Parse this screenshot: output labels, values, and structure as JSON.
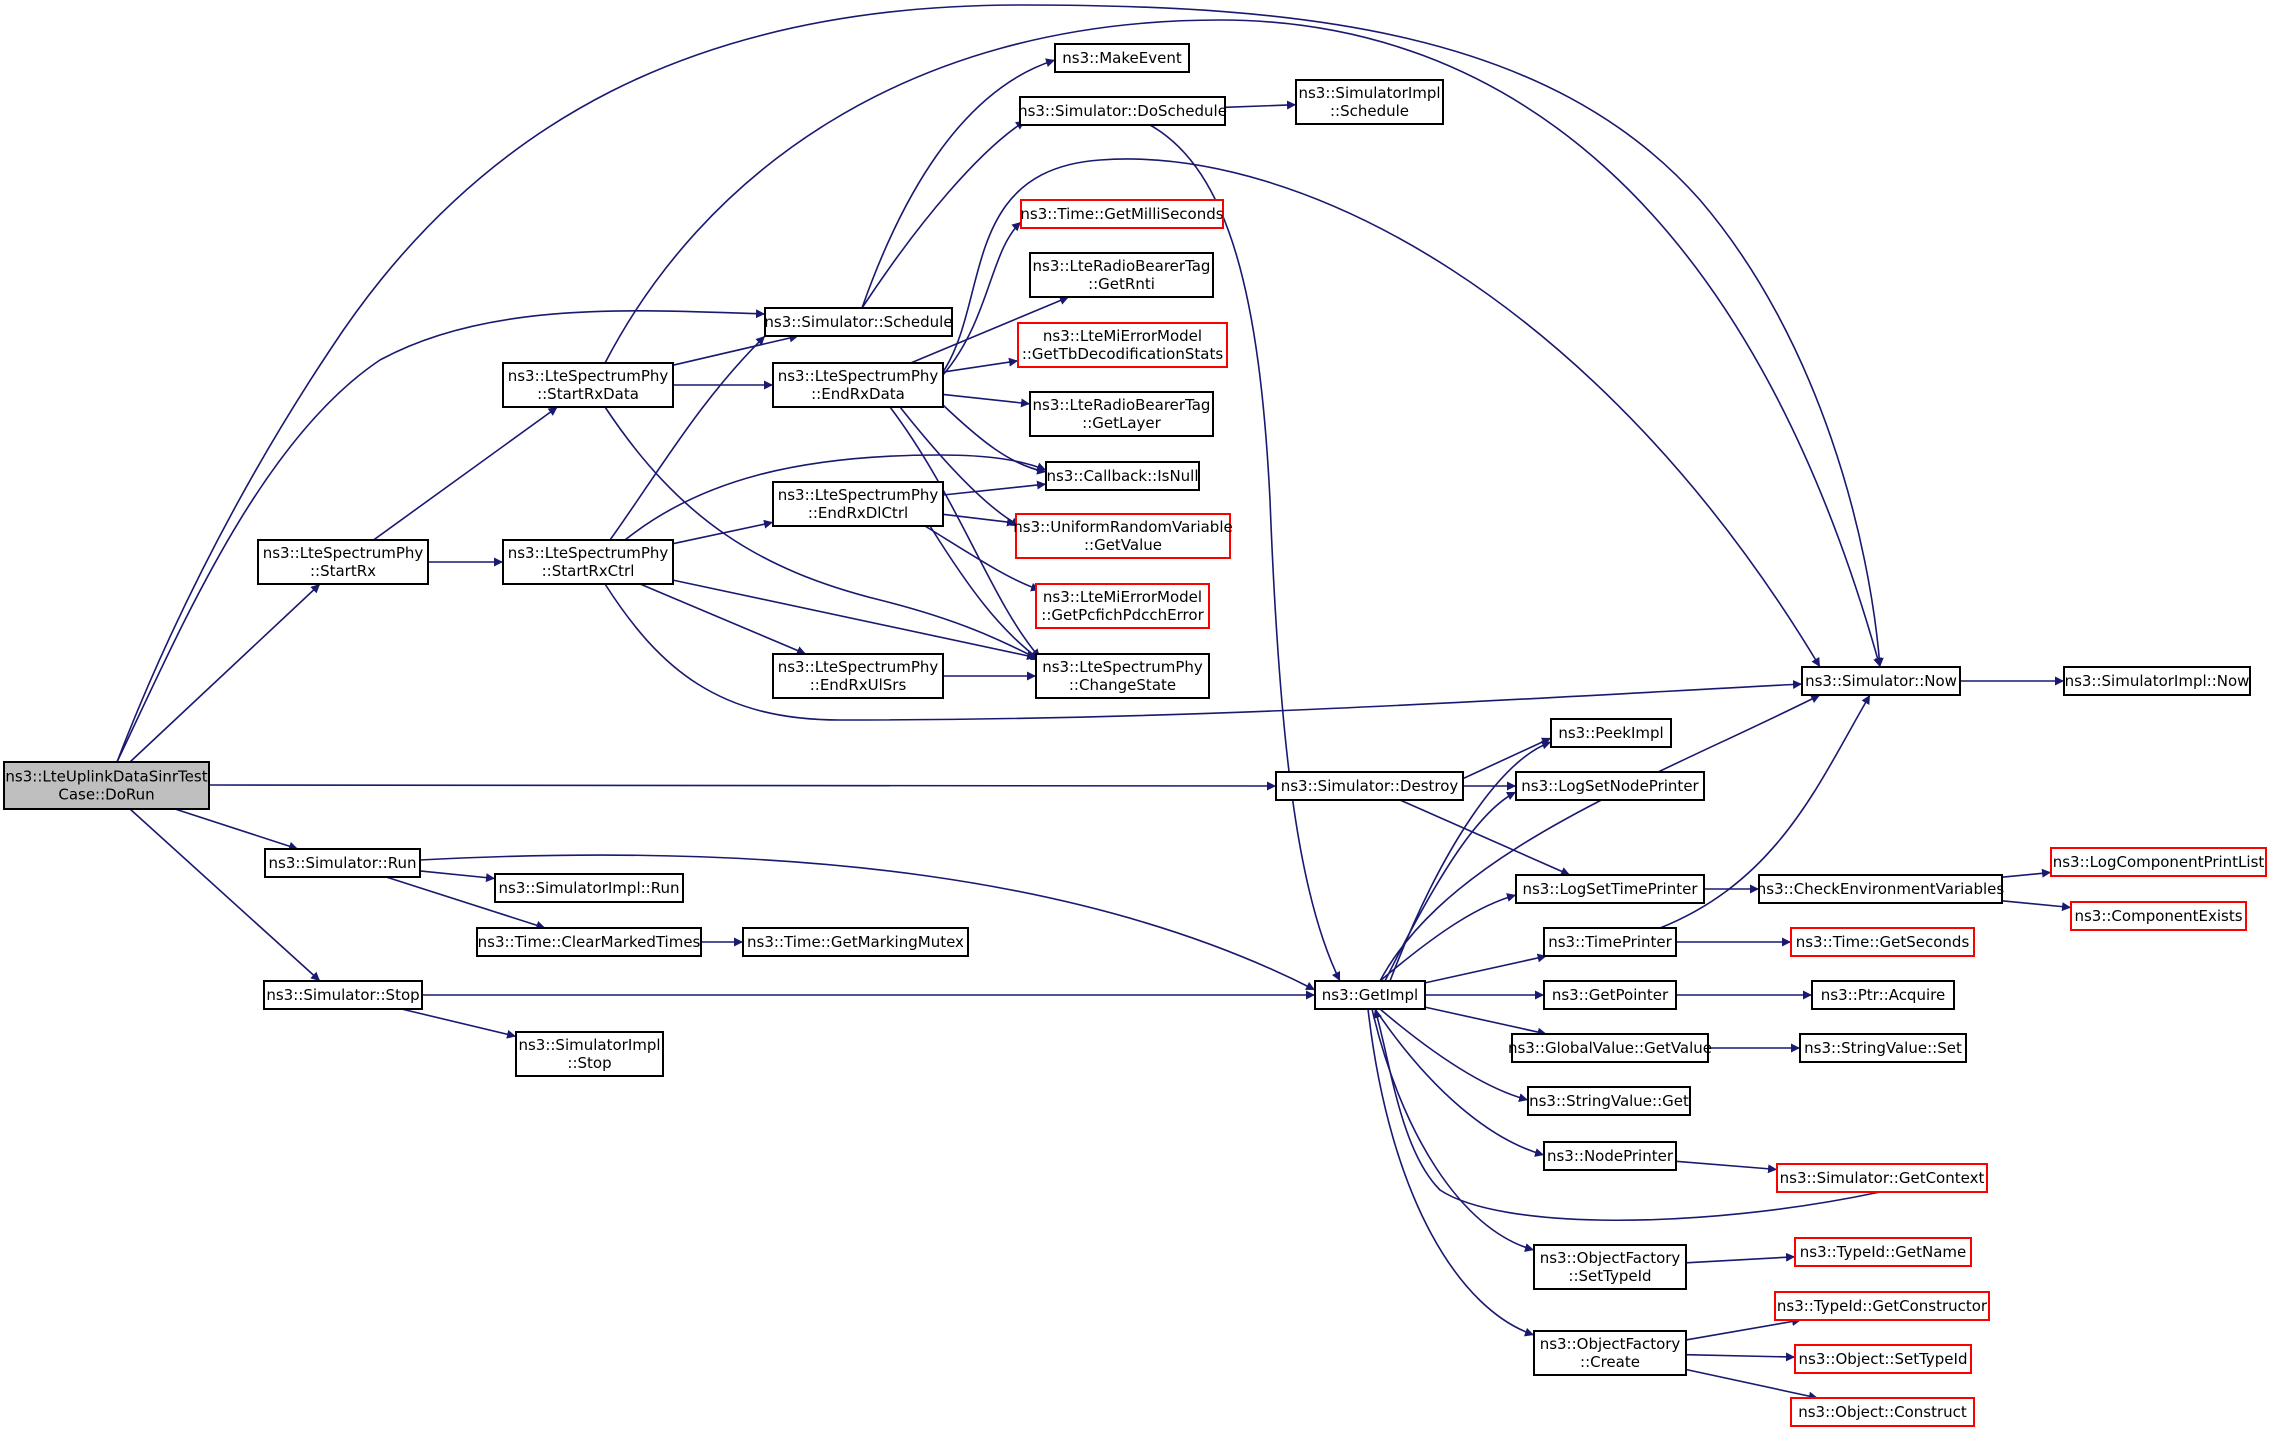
{
  "graph": {
    "colors": {
      "edge": "#191970",
      "node_border": "#000000",
      "node_border_external": "#ff0000",
      "root_fill": "#bfbfbf"
    },
    "nodes": [
      {
        "id": "DoRun",
        "lines": [
          "ns3::LteUplinkDataSinrTest",
          "Case::DoRun"
        ],
        "kind": "root"
      },
      {
        "id": "StartRx",
        "lines": [
          "ns3::LteSpectrumPhy",
          "::StartRx"
        ],
        "kind": "normal"
      },
      {
        "id": "StartRxData",
        "lines": [
          "ns3::LteSpectrumPhy",
          "::StartRxData"
        ],
        "kind": "normal"
      },
      {
        "id": "StartRxCtrl",
        "lines": [
          "ns3::LteSpectrumPhy",
          "::StartRxCtrl"
        ],
        "kind": "normal"
      },
      {
        "id": "SimSchedule",
        "lines": [
          "ns3::Simulator::Schedule"
        ],
        "kind": "normal"
      },
      {
        "id": "MakeEvent",
        "lines": [
          "ns3::MakeEvent"
        ],
        "kind": "normal"
      },
      {
        "id": "DoSchedule",
        "lines": [
          "ns3::Simulator::DoSchedule"
        ],
        "kind": "normal"
      },
      {
        "id": "ImplSchedule",
        "lines": [
          "ns3::SimulatorImpl",
          "::Schedule"
        ],
        "kind": "normal"
      },
      {
        "id": "GetMilli",
        "lines": [
          "ns3::Time::GetMilliSeconds"
        ],
        "kind": "external"
      },
      {
        "id": "GetRnti",
        "lines": [
          "ns3::LteRadioBearerTag",
          "::GetRnti"
        ],
        "kind": "normal"
      },
      {
        "id": "GetTbStats",
        "lines": [
          "ns3::LteMiErrorModel",
          "::GetTbDecodificationStats"
        ],
        "kind": "external"
      },
      {
        "id": "EndRxData",
        "lines": [
          "ns3::LteSpectrumPhy",
          "::EndRxData"
        ],
        "kind": "normal"
      },
      {
        "id": "GetLayer",
        "lines": [
          "ns3::LteRadioBearerTag",
          "::GetLayer"
        ],
        "kind": "normal"
      },
      {
        "id": "IsNull",
        "lines": [
          "ns3::Callback::IsNull"
        ],
        "kind": "normal"
      },
      {
        "id": "EndRxDlCtrl",
        "lines": [
          "ns3::LteSpectrumPhy",
          "::EndRxDlCtrl"
        ],
        "kind": "normal"
      },
      {
        "id": "URVGetValue",
        "lines": [
          "ns3::UniformRandomVariable",
          "::GetValue"
        ],
        "kind": "external"
      },
      {
        "id": "GetPcfich",
        "lines": [
          "ns3::LteMiErrorModel",
          "::GetPcfichPdcchError"
        ],
        "kind": "external"
      },
      {
        "id": "EndRxUlSrs",
        "lines": [
          "ns3::LteSpectrumPhy",
          "::EndRxUlSrs"
        ],
        "kind": "normal"
      },
      {
        "id": "ChangeState",
        "lines": [
          "ns3::LteSpectrumPhy",
          "::ChangeState"
        ],
        "kind": "normal"
      },
      {
        "id": "SimNow",
        "lines": [
          "ns3::Simulator::Now"
        ],
        "kind": "normal"
      },
      {
        "id": "ImplNow",
        "lines": [
          "ns3::SimulatorImpl::Now"
        ],
        "kind": "normal"
      },
      {
        "id": "PeekImpl",
        "lines": [
          "ns3::PeekImpl"
        ],
        "kind": "normal"
      },
      {
        "id": "Destroy",
        "lines": [
          "ns3::Simulator::Destroy"
        ],
        "kind": "normal"
      },
      {
        "id": "LogSetNode",
        "lines": [
          "ns3::LogSetNodePrinter"
        ],
        "kind": "normal"
      },
      {
        "id": "LogSetTime",
        "lines": [
          "ns3::LogSetTimePrinter"
        ],
        "kind": "normal"
      },
      {
        "id": "CheckEnv",
        "lines": [
          "ns3::CheckEnvironmentVariables"
        ],
        "kind": "normal"
      },
      {
        "id": "LogCompList",
        "lines": [
          "ns3::LogComponentPrintList"
        ],
        "kind": "external"
      },
      {
        "id": "CompExists",
        "lines": [
          "ns3::ComponentExists"
        ],
        "kind": "external"
      },
      {
        "id": "SimRun",
        "lines": [
          "ns3::Simulator::Run"
        ],
        "kind": "normal"
      },
      {
        "id": "ImplRun",
        "lines": [
          "ns3::SimulatorImpl::Run"
        ],
        "kind": "normal"
      },
      {
        "id": "ClearMarked",
        "lines": [
          "ns3::Time::ClearMarkedTimes"
        ],
        "kind": "normal"
      },
      {
        "id": "GetMarkingMutex",
        "lines": [
          "ns3::Time::GetMarkingMutex"
        ],
        "kind": "normal"
      },
      {
        "id": "TimePrinter",
        "lines": [
          "ns3::TimePrinter"
        ],
        "kind": "normal"
      },
      {
        "id": "GetSeconds",
        "lines": [
          "ns3::Time::GetSeconds"
        ],
        "kind": "external"
      },
      {
        "id": "SimStop",
        "lines": [
          "ns3::Simulator::Stop"
        ],
        "kind": "normal"
      },
      {
        "id": "GetImpl",
        "lines": [
          "ns3::GetImpl"
        ],
        "kind": "normal"
      },
      {
        "id": "GetPointer",
        "lines": [
          "ns3::GetPointer"
        ],
        "kind": "normal"
      },
      {
        "id": "PtrAcquire",
        "lines": [
          "ns3::Ptr::Acquire"
        ],
        "kind": "normal"
      },
      {
        "id": "ImplStop",
        "lines": [
          "ns3::SimulatorImpl",
          "::Stop"
        ],
        "kind": "normal"
      },
      {
        "id": "GVGetValue",
        "lines": [
          "ns3::GlobalValue::GetValue"
        ],
        "kind": "normal"
      },
      {
        "id": "SVSet",
        "lines": [
          "ns3::StringValue::Set"
        ],
        "kind": "normal"
      },
      {
        "id": "SVGet",
        "lines": [
          "ns3::StringValue::Get"
        ],
        "kind": "normal"
      },
      {
        "id": "NodePrinter",
        "lines": [
          "ns3::NodePrinter"
        ],
        "kind": "normal"
      },
      {
        "id": "GetContext",
        "lines": [
          "ns3::Simulator::GetContext"
        ],
        "kind": "external"
      },
      {
        "id": "OFSetTypeId",
        "lines": [
          "ns3::ObjectFactory",
          "::SetTypeId"
        ],
        "kind": "normal"
      },
      {
        "id": "GetName",
        "lines": [
          "ns3::TypeId::GetName"
        ],
        "kind": "external"
      },
      {
        "id": "GetConstructor",
        "lines": [
          "ns3::TypeId::GetConstructor"
        ],
        "kind": "external"
      },
      {
        "id": "OFCreate",
        "lines": [
          "ns3::ObjectFactory",
          "::Create"
        ],
        "kind": "normal"
      },
      {
        "id": "ObjSetTypeId",
        "lines": [
          "ns3::Object::SetTypeId"
        ],
        "kind": "external"
      },
      {
        "id": "ObjConstruct",
        "lines": [
          "ns3::Object::Construct"
        ],
        "kind": "external"
      }
    ],
    "edges": [
      [
        "DoRun",
        "StartRx"
      ],
      [
        "DoRun",
        "SimSchedule"
      ],
      [
        "DoRun",
        "SimNow"
      ],
      [
        "DoRun",
        "Destroy"
      ],
      [
        "DoRun",
        "SimRun"
      ],
      [
        "DoRun",
        "SimStop"
      ],
      [
        "StartRx",
        "StartRxData"
      ],
      [
        "StartRx",
        "StartRxCtrl"
      ],
      [
        "StartRxData",
        "SimSchedule"
      ],
      [
        "StartRxData",
        "EndRxData"
      ],
      [
        "StartRxData",
        "SimNow"
      ],
      [
        "StartRxData",
        "ChangeState"
      ],
      [
        "StartRxCtrl",
        "SimSchedule"
      ],
      [
        "StartRxCtrl",
        "IsNull"
      ],
      [
        "StartRxCtrl",
        "EndRxDlCtrl"
      ],
      [
        "StartRxCtrl",
        "EndRxUlSrs"
      ],
      [
        "StartRxCtrl",
        "ChangeState"
      ],
      [
        "StartRxCtrl",
        "SimNow"
      ],
      [
        "SimSchedule",
        "MakeEvent"
      ],
      [
        "SimSchedule",
        "DoSchedule"
      ],
      [
        "DoSchedule",
        "ImplSchedule"
      ],
      [
        "DoSchedule",
        "GetImpl"
      ],
      [
        "EndRxData",
        "GetMilli"
      ],
      [
        "EndRxData",
        "GetRnti"
      ],
      [
        "EndRxData",
        "GetTbStats"
      ],
      [
        "EndRxData",
        "GetLayer"
      ],
      [
        "EndRxData",
        "IsNull"
      ],
      [
        "EndRxData",
        "URVGetValue"
      ],
      [
        "EndRxData",
        "ChangeState"
      ],
      [
        "EndRxData",
        "SimNow"
      ],
      [
        "EndRxDlCtrl",
        "IsNull"
      ],
      [
        "EndRxDlCtrl",
        "URVGetValue"
      ],
      [
        "EndRxDlCtrl",
        "GetPcfich"
      ],
      [
        "EndRxDlCtrl",
        "ChangeState"
      ],
      [
        "EndRxUlSrs",
        "ChangeState"
      ],
      [
        "SimNow",
        "ImplNow"
      ],
      [
        "Destroy",
        "PeekImpl"
      ],
      [
        "Destroy",
        "LogSetNode"
      ],
      [
        "Destroy",
        "LogSetTime"
      ],
      [
        "LogSetTime",
        "CheckEnv"
      ],
      [
        "CheckEnv",
        "LogCompList"
      ],
      [
        "CheckEnv",
        "CompExists"
      ],
      [
        "SimRun",
        "ImplRun"
      ],
      [
        "SimRun",
        "ClearMarked"
      ],
      [
        "SimRun",
        "GetImpl"
      ],
      [
        "ClearMarked",
        "GetMarkingMutex"
      ],
      [
        "TimePrinter",
        "GetSeconds"
      ],
      [
        "TimePrinter",
        "SimNow"
      ],
      [
        "SimStop",
        "GetImpl"
      ],
      [
        "SimStop",
        "ImplStop"
      ],
      [
        "GetImpl",
        "PeekImpl"
      ],
      [
        "GetImpl",
        "LogSetNode"
      ],
      [
        "GetImpl",
        "LogSetTime"
      ],
      [
        "GetImpl",
        "TimePrinter"
      ],
      [
        "GetImpl",
        "SimNow"
      ],
      [
        "GetImpl",
        "GetPointer"
      ],
      [
        "GetImpl",
        "GVGetValue"
      ],
      [
        "GetImpl",
        "SVGet"
      ],
      [
        "GetImpl",
        "NodePrinter"
      ],
      [
        "GetImpl",
        "OFSetTypeId"
      ],
      [
        "GetImpl",
        "OFCreate"
      ],
      [
        "GetPointer",
        "PtrAcquire"
      ],
      [
        "GVGetValue",
        "SVSet"
      ],
      [
        "NodePrinter",
        "GetContext"
      ],
      [
        "GetContext",
        "GetImpl"
      ],
      [
        "OFSetTypeId",
        "GetName"
      ],
      [
        "OFCreate",
        "GetConstructor"
      ],
      [
        "OFCreate",
        "ObjSetTypeId"
      ],
      [
        "OFCreate",
        "ObjConstruct"
      ]
    ]
  }
}
